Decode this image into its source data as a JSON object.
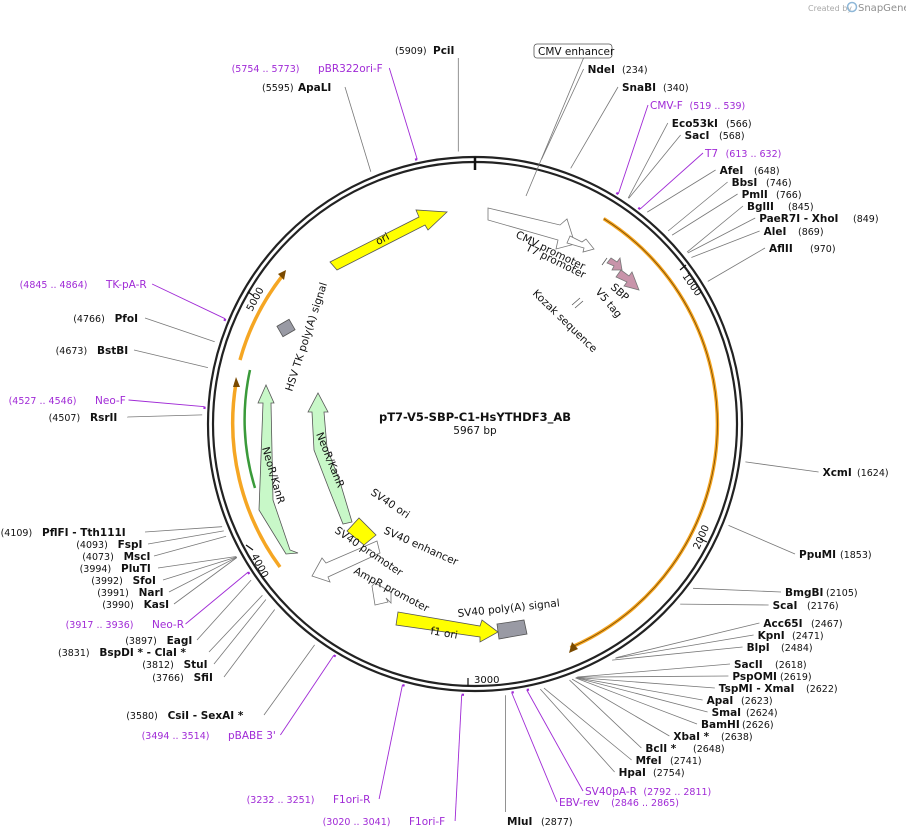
{
  "header": {
    "created_by": "Created by",
    "brand": "SnapGene"
  },
  "plasmid": {
    "name": "pT7-V5-SBP-C1-HsYTHDF3_AB",
    "length_label": "5967 bp",
    "length": 5967
  },
  "ruler": [
    "1000",
    "2000",
    "3000",
    "4000",
    "5000"
  ],
  "boxed_labels": [
    "CMV enhancer"
  ],
  "sites": [
    {
      "name": "PciI",
      "pos": "(5909)"
    },
    {
      "name": "NdeI",
      "pos": "(234)"
    },
    {
      "name": "SnaBI",
      "pos": "(340)"
    },
    {
      "name": "Eco53kI",
      "pos": "(566)"
    },
    {
      "name": "SacI",
      "pos": "(568)"
    },
    {
      "name": "AfeI",
      "pos": "(648)"
    },
    {
      "name": "BbsI",
      "pos": "(746)"
    },
    {
      "name": "PmlI",
      "pos": "(766)"
    },
    {
      "name": "BglII",
      "pos": "(845)"
    },
    {
      "name": "PaeR7I - XhoI",
      "pos": "(849)"
    },
    {
      "name": "AleI",
      "pos": "(869)"
    },
    {
      "name": "AflII",
      "pos": "(970)"
    },
    {
      "name": "XcmI",
      "pos": "(1624)"
    },
    {
      "name": "PpuMI",
      "pos": "(1853)"
    },
    {
      "name": "BmgBI",
      "pos": "(2105)"
    },
    {
      "name": "ScaI",
      "pos": "(2176)"
    },
    {
      "name": "Acc65I",
      "pos": "(2467)"
    },
    {
      "name": "KpnI",
      "pos": "(2471)"
    },
    {
      "name": "BlpI",
      "pos": "(2484)"
    },
    {
      "name": "SacII",
      "pos": "(2618)"
    },
    {
      "name": "PspOMI",
      "pos": "(2619)"
    },
    {
      "name": "TspMI - XmaI",
      "pos": "(2622)"
    },
    {
      "name": "ApaI",
      "pos": "(2623)"
    },
    {
      "name": "SmaI",
      "pos": "(2624)"
    },
    {
      "name": "BamHI",
      "pos": "(2626)"
    },
    {
      "name": "XbaI *",
      "pos": "(2638)"
    },
    {
      "name": "BclI *",
      "pos": "(2648)"
    },
    {
      "name": "MfeI",
      "pos": "(2741)"
    },
    {
      "name": "HpaI",
      "pos": "(2754)"
    },
    {
      "name": "MluI",
      "pos": "(2877)"
    },
    {
      "name": "CsiI - SexAI *",
      "pos": "(3580)"
    },
    {
      "name": "SfiI",
      "pos": "(3766)"
    },
    {
      "name": "StuI",
      "pos": "(3812)"
    },
    {
      "name": "BspDI * - ClaI *",
      "pos": "(3831)"
    },
    {
      "name": "EagI",
      "pos": "(3897)"
    },
    {
      "name": "KasI",
      "pos": "(3990)"
    },
    {
      "name": "NarI",
      "pos": "(3991)"
    },
    {
      "name": "SfoI",
      "pos": "(3992)"
    },
    {
      "name": "PluTI",
      "pos": "(3994)"
    },
    {
      "name": "MscI",
      "pos": "(4073)"
    },
    {
      "name": "FspI",
      "pos": "(4093)"
    },
    {
      "name": "PflFI - Tth111I",
      "pos": "(4109)"
    },
    {
      "name": "RsrII",
      "pos": "(4507)"
    },
    {
      "name": "BstBI",
      "pos": "(4673)"
    },
    {
      "name": "PfoI",
      "pos": "(4766)"
    },
    {
      "name": "ApaLI",
      "pos": "(5595)"
    }
  ],
  "primers": [
    {
      "name": "pBR322ori-F",
      "pos": "(5754 .. 5773)"
    },
    {
      "name": "CMV-F",
      "pos": "(519 .. 539)"
    },
    {
      "name": "T7",
      "pos": "(613 .. 632)"
    },
    {
      "name": "TK-pA-R",
      "pos": "(4845 .. 4864)"
    },
    {
      "name": "Neo-F",
      "pos": "(4527 .. 4546)"
    },
    {
      "name": "Neo-R",
      "pos": "(3917 .. 3936)"
    },
    {
      "name": "pBABE 3'",
      "pos": "(3494 .. 3514)"
    },
    {
      "name": "F1ori-R",
      "pos": "(3232 .. 3251)"
    },
    {
      "name": "F1ori-F",
      "pos": "(3020 .. 3041)"
    },
    {
      "name": "EBV-rev",
      "pos": "(2846 .. 2865)"
    },
    {
      "name": "SV40pA-R",
      "pos": "(2792 .. 2811)"
    }
  ],
  "features": [
    {
      "name": "ori",
      "color": "#ffff00"
    },
    {
      "name": "CMV promoter",
      "color": "#ffffff"
    },
    {
      "name": "T7 promoter",
      "color": "#ffffff"
    },
    {
      "name": "SBP",
      "color": "#c894aa"
    },
    {
      "name": "V5 tag",
      "color": "#c894aa"
    },
    {
      "name": "Kozak sequence",
      "color": "#ffffff"
    },
    {
      "name": "HSV TK poly(A) signal",
      "color": "#999aa4"
    },
    {
      "name": "NeoR/KanR",
      "color": "#c8f8c8"
    },
    {
      "name": "NeoR/KanR",
      "color": "#c8f8c8"
    },
    {
      "name": "SV40 ori",
      "color": "#ffff00"
    },
    {
      "name": "SV40 enhancer",
      "color": "#ffffff"
    },
    {
      "name": "SV40 promoter",
      "color": "#ffffff"
    },
    {
      "name": "AmpR promoter",
      "color": "#ffffff"
    },
    {
      "name": "f1 ori",
      "color": "#ffff00"
    },
    {
      "name": "SV40 poly(A) signal",
      "color": "#999aa4"
    }
  ],
  "colors": {
    "backbone": "#222222",
    "orf_arc": "#f5a623",
    "primer": "#a02ad6",
    "site_line": "#777777"
  }
}
